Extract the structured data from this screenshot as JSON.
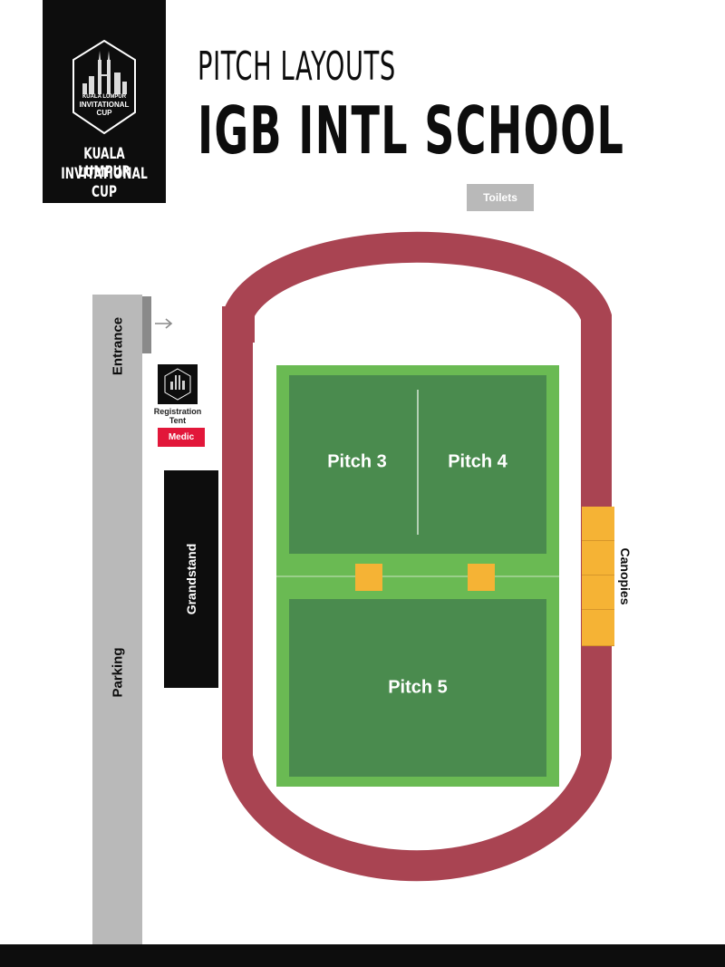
{
  "header": {
    "title_top": "PITCH LAYOUTS",
    "title_main": "IGB INTL SCHOOL"
  },
  "logo": {
    "badge_line1": "KUALA LUMPUR",
    "badge_line2": "INVITATIONAL",
    "badge_line3": "CUP",
    "name_line1": "KUALA LUMPUR",
    "name_line2": "INVITATIONAL CUP"
  },
  "map": {
    "toilets": "Toilets",
    "entrance": "Entrance",
    "parking": "Parking",
    "registration": "Registration Tent",
    "registration_line1": "Registration",
    "registration_line2": "Tent",
    "medic": "Medic",
    "grandstand": "Grandstand",
    "canopies": "Canopies",
    "pitches": [
      {
        "label": "Pitch 3"
      },
      {
        "label": "Pitch 4"
      },
      {
        "label": "Pitch 5"
      }
    ]
  },
  "colors": {
    "track": "#a94452",
    "field_light": "#6aba53",
    "field_dark": "#4a8b4e",
    "canopy": "#f5b335",
    "medic": "#e2173a",
    "parking": "#b9b9b9",
    "black": "#0d0d0d"
  }
}
